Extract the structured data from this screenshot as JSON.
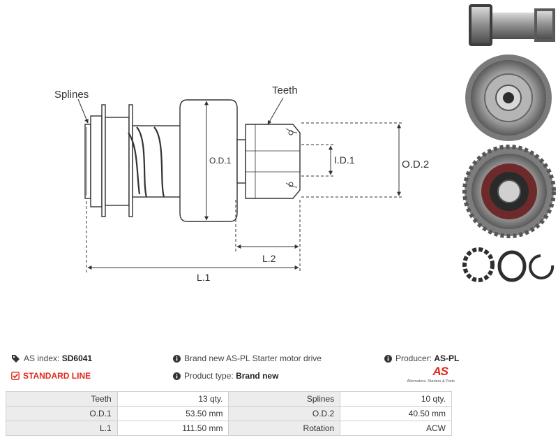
{
  "diagram": {
    "labels": {
      "splines": "Splines",
      "teeth": "Teeth",
      "od1": "O.D.1",
      "id1": "I.D.1",
      "od2": "O.D.2",
      "l1": "L.1",
      "l2": "L.2"
    }
  },
  "info": {
    "as_index_label": "AS index:",
    "as_index_value": "SD6041",
    "standard_line": "STANDARD LINE",
    "description": "Brand new AS-PL Starter motor drive",
    "product_type_label": "Product type:",
    "product_type_value": "Brand new",
    "producer_label": "Producer:",
    "producer_value": "AS-PL"
  },
  "logo": {
    "mark": "AS",
    "tagline": "Alternators, Starters & Parts"
  },
  "specs": [
    {
      "l1": "Teeth",
      "v1": "13 qty.",
      "l2": "Splines",
      "v2": "10 qty."
    },
    {
      "l1": "O.D.1",
      "v1": "53.50 mm",
      "l2": "O.D.2",
      "v2": "40.50 mm"
    },
    {
      "l1": "L.1",
      "v1": "111.50 mm",
      "l2": "Rotation",
      "v2": "ACW"
    }
  ],
  "colors": {
    "accent": "#e0291c",
    "table_label_bg": "#ececec",
    "line": "#333333"
  }
}
